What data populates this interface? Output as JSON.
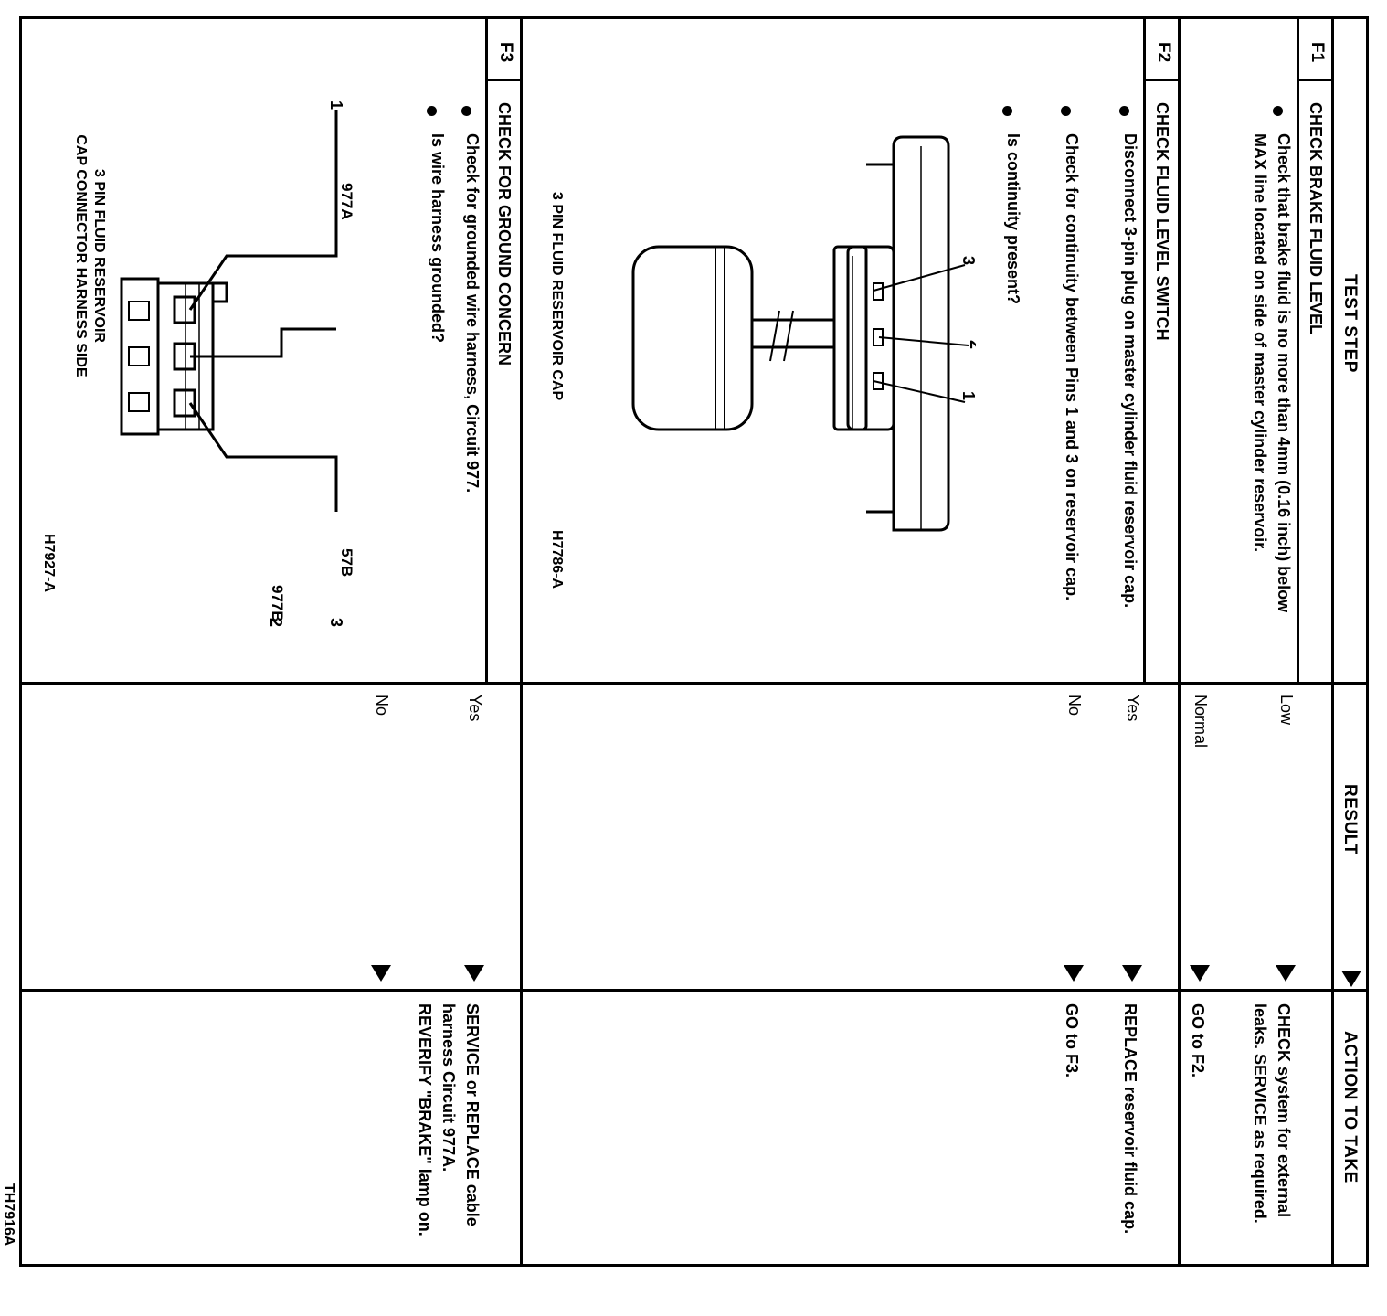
{
  "header": {
    "test_step": "TEST STEP",
    "result": "RESULT",
    "action": "ACTION TO TAKE"
  },
  "steps": [
    {
      "id": "F1",
      "title": "CHECK BRAKE FLUID LEVEL",
      "bullets": [
        "Check that brake fluid is no more than 4mm (0.16 inch) below MAX line located on side of master cylinder reservoir."
      ],
      "results": [
        {
          "result": "Low",
          "action": "CHECK system for external leaks. SERVICE as required."
        },
        {
          "result": "Normal",
          "action": "GO to F2."
        }
      ]
    },
    {
      "id": "F2",
      "title": "CHECK FLUID LEVEL SWITCH",
      "bullets": [
        "Disconnect 3-pin plug on master cylinder fluid reservoir cap.",
        "Check for continuity between Pins 1 and 3 on reservoir cap.",
        "Is continuity present?"
      ],
      "results": [
        {
          "result": "Yes",
          "action": "REPLACE reservoir fluid cap."
        },
        {
          "result": "No",
          "action": "GO to F3."
        }
      ],
      "figure": {
        "caption": "3 PIN FLUID RESERVOIR CAP",
        "code": "H7786-A",
        "pins": [
          "1",
          "2",
          "3"
        ]
      }
    },
    {
      "id": "F3",
      "title": "CHECK FOR GROUND CONCERN",
      "bullets": [
        "Check for grounded wire harness, Circuit 977.",
        "Is wire harness grounded?"
      ],
      "results": [
        {
          "result": "Yes",
          "action": "SERVICE or REPLACE cable harness Circuit 977A. REVERIFY \"BRAKE\" lamp on."
        },
        {
          "result": "No",
          "action": ""
        }
      ],
      "figure": {
        "caption_line1": "3 PIN FLUID RESERVOIR",
        "caption_line2": "CAP CONNECTOR HARNESS SIDE",
        "code": "H7927-A",
        "wires": [
          "977A",
          "977B",
          "57B"
        ],
        "pins": [
          "1",
          "2",
          "3"
        ]
      }
    }
  ],
  "footer_code": "TH7916A"
}
